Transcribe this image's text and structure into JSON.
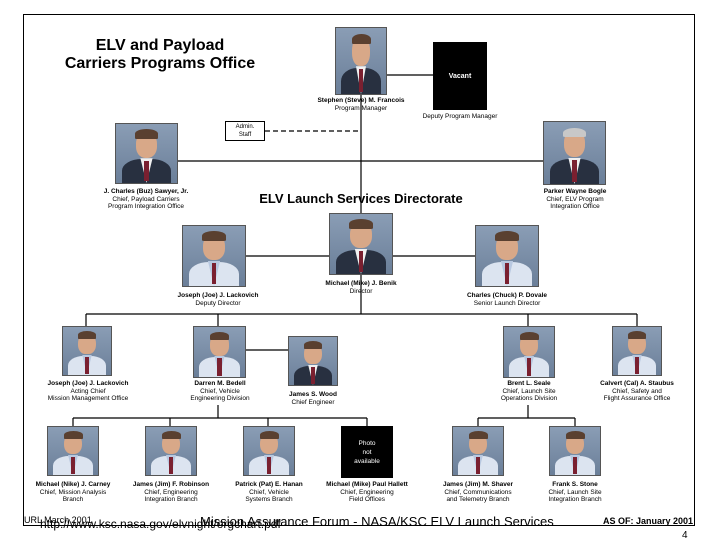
{
  "title": {
    "line1": "ELV and Payload",
    "line2": "Carriers Programs Office"
  },
  "directorate_title": "ELV Launch Services Directorate",
  "admin_staff": {
    "line1": "Admin.",
    "line2": "Staff"
  },
  "vacant_label": "Vacant",
  "photo_not_available": {
    "line1": "Photo",
    "line2": "not",
    "line3": "available"
  },
  "people": {
    "francois": {
      "name": "Stephen (Steve) M. Francois",
      "title1": "Program Manager"
    },
    "deputy_pm": {
      "title1": "Deputy Program Manager"
    },
    "sawyer": {
      "name": "J. Charles (Buz) Sawyer, Jr.",
      "title1": "Chief, Payload Carriers",
      "title2": "Program Integration Office"
    },
    "bogle": {
      "name": "Parker Wayne Bogle",
      "title1": "Chief, ELV Program",
      "title2": "Integration Office"
    },
    "benik": {
      "name": "Michael (Mike) J. Benik",
      "title1": "Director"
    },
    "lackovich_dep": {
      "name": "Joseph (Joe) J. Lackovich",
      "title1": "Deputy Director"
    },
    "dovale": {
      "name": "Charles (Chuck) P. Dovale",
      "title1": "Senior Launch Director"
    },
    "lackovich_acting": {
      "name": "Joseph (Joe) J. Lackovich",
      "title1": "Acting Chief",
      "title2": "Mission Management Office"
    },
    "bedell": {
      "name": "Darren M. Bedell",
      "title1": "Chief, Vehicle",
      "title2": "Engineering Division"
    },
    "wood": {
      "name": "James S. Wood",
      "title1": "Chief Engineer"
    },
    "seale": {
      "name": "Brent L. Seale",
      "title1": "Chief, Launch Site",
      "title2": "Operations Division"
    },
    "staubus": {
      "name": "Calvert (Cal) A. Staubus",
      "title1": "Chief, Safety and",
      "title2": "Flight Assurance Office"
    },
    "carney": {
      "name": "Michael (Nike) J. Carney",
      "title1": "Chief, Mission Analysis",
      "title2": "Branch"
    },
    "robinson": {
      "name": "James (Jim) F. Robinson",
      "title1": "Chief, Engineering",
      "title2": "Integration Branch"
    },
    "hanan": {
      "name": "Patrick (Pat) E. Hanan",
      "title1": "Chief, Vehicle",
      "title2": "Systems Branch"
    },
    "hallett": {
      "name": "Michael (Mike) Paul Hallett",
      "title1": "Chief, Engineering",
      "title2": "Field Offices"
    },
    "shaver": {
      "name": "James (Jim) M. Shaver",
      "title1": "Chief, Communications",
      "title2": "and Telemetry Branch"
    },
    "stone": {
      "name": "Frank S. Stone",
      "title1": "Chief, Launch Site",
      "title2": "Integration Branch"
    }
  },
  "footer": {
    "left": "URL March 2001",
    "url": "http://www.ksc.nasa.gov/elvnight/orgchart.pdf",
    "center": "Mission Assurance Forum - NASA/KSC ELV Launch Services",
    "right": "AS OF: January 2001",
    "page": "4"
  }
}
